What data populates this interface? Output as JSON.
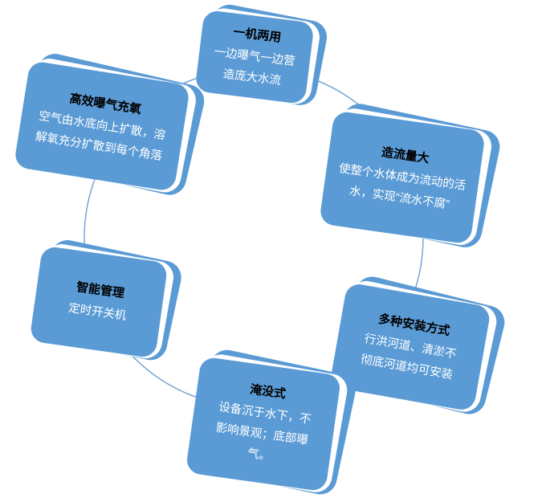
{
  "diagram": {
    "type": "cycle",
    "colors": {
      "box_fill": "#5b9bd5",
      "box_edge_fill": "#5b9bd5",
      "separator": "#ffffff",
      "circle_stroke": "#6fa0d6",
      "title_color": "#000000",
      "body_color": "#ffffff",
      "background": "#ffffff"
    },
    "boxes": [
      {
        "position": "top",
        "title": "一机两用",
        "body": "一边曝气一边营造庞大水流"
      },
      {
        "position": "top-left",
        "title": "高效曝气充氧",
        "body": "空气由水底向上扩散，溶解氧充分扩散到每个角落"
      },
      {
        "position": "right",
        "title": "造流量大",
        "body": "使整个水体成为流动的活水，实现“流水不腐”"
      },
      {
        "position": "left",
        "title": "智能管理",
        "body": "定时开关机"
      },
      {
        "position": "bottom-right",
        "title": "多种安装方式",
        "body": "行洪河道、清淤不彻底河道均可安装"
      },
      {
        "position": "bottom",
        "title": "淹没式",
        "body": "设备沉于水下，不影响景观；底部曝气。"
      }
    ]
  }
}
